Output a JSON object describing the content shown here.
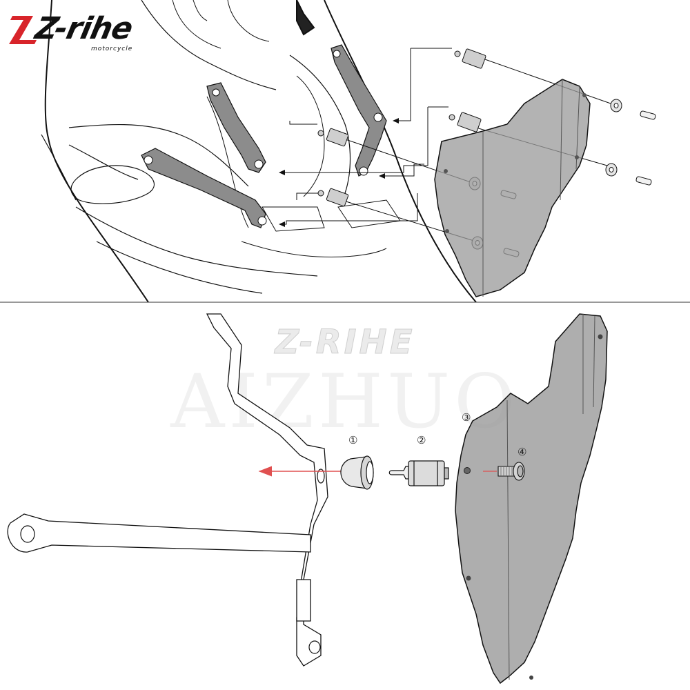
{
  "brand": {
    "name": "Z-rihe",
    "tagline": "motorcycle"
  },
  "watermark": {
    "line1": "Z-RIHE",
    "line2": "AIZHUO"
  },
  "callouts": [
    {
      "id": "1",
      "label": "①"
    },
    {
      "id": "2",
      "label": "②"
    },
    {
      "id": "3",
      "label": "③"
    },
    {
      "id": "4",
      "label": "④"
    }
  ],
  "colors": {
    "shield_fill": "#9a9a9a",
    "bracket_fill": "#8c8c8c",
    "arrow_red": "#e05050",
    "line": "#111111"
  }
}
